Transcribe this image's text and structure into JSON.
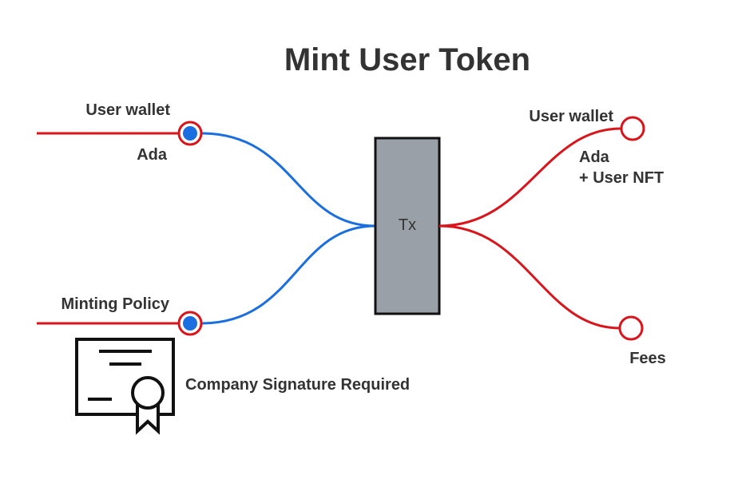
{
  "title": "Mint User Token",
  "tx_label": "Tx",
  "inputs": [
    {
      "label": "User wallet",
      "asset": "Ada"
    },
    {
      "label": "Minting Policy",
      "note": "Company Signature Required"
    }
  ],
  "outputs": [
    {
      "label": "User wallet",
      "asset_line1": "Ada",
      "asset_line2": "+ User NFT"
    },
    {
      "label": "Fees"
    }
  ],
  "colors": {
    "input_line": "#1a6ee0",
    "output_line": "#d9141a",
    "input_dot": "#1a6ee0",
    "tx_box_fill": "#9aa0a8",
    "text": "#333333"
  },
  "icons": {
    "certificate": "certificate-icon"
  }
}
